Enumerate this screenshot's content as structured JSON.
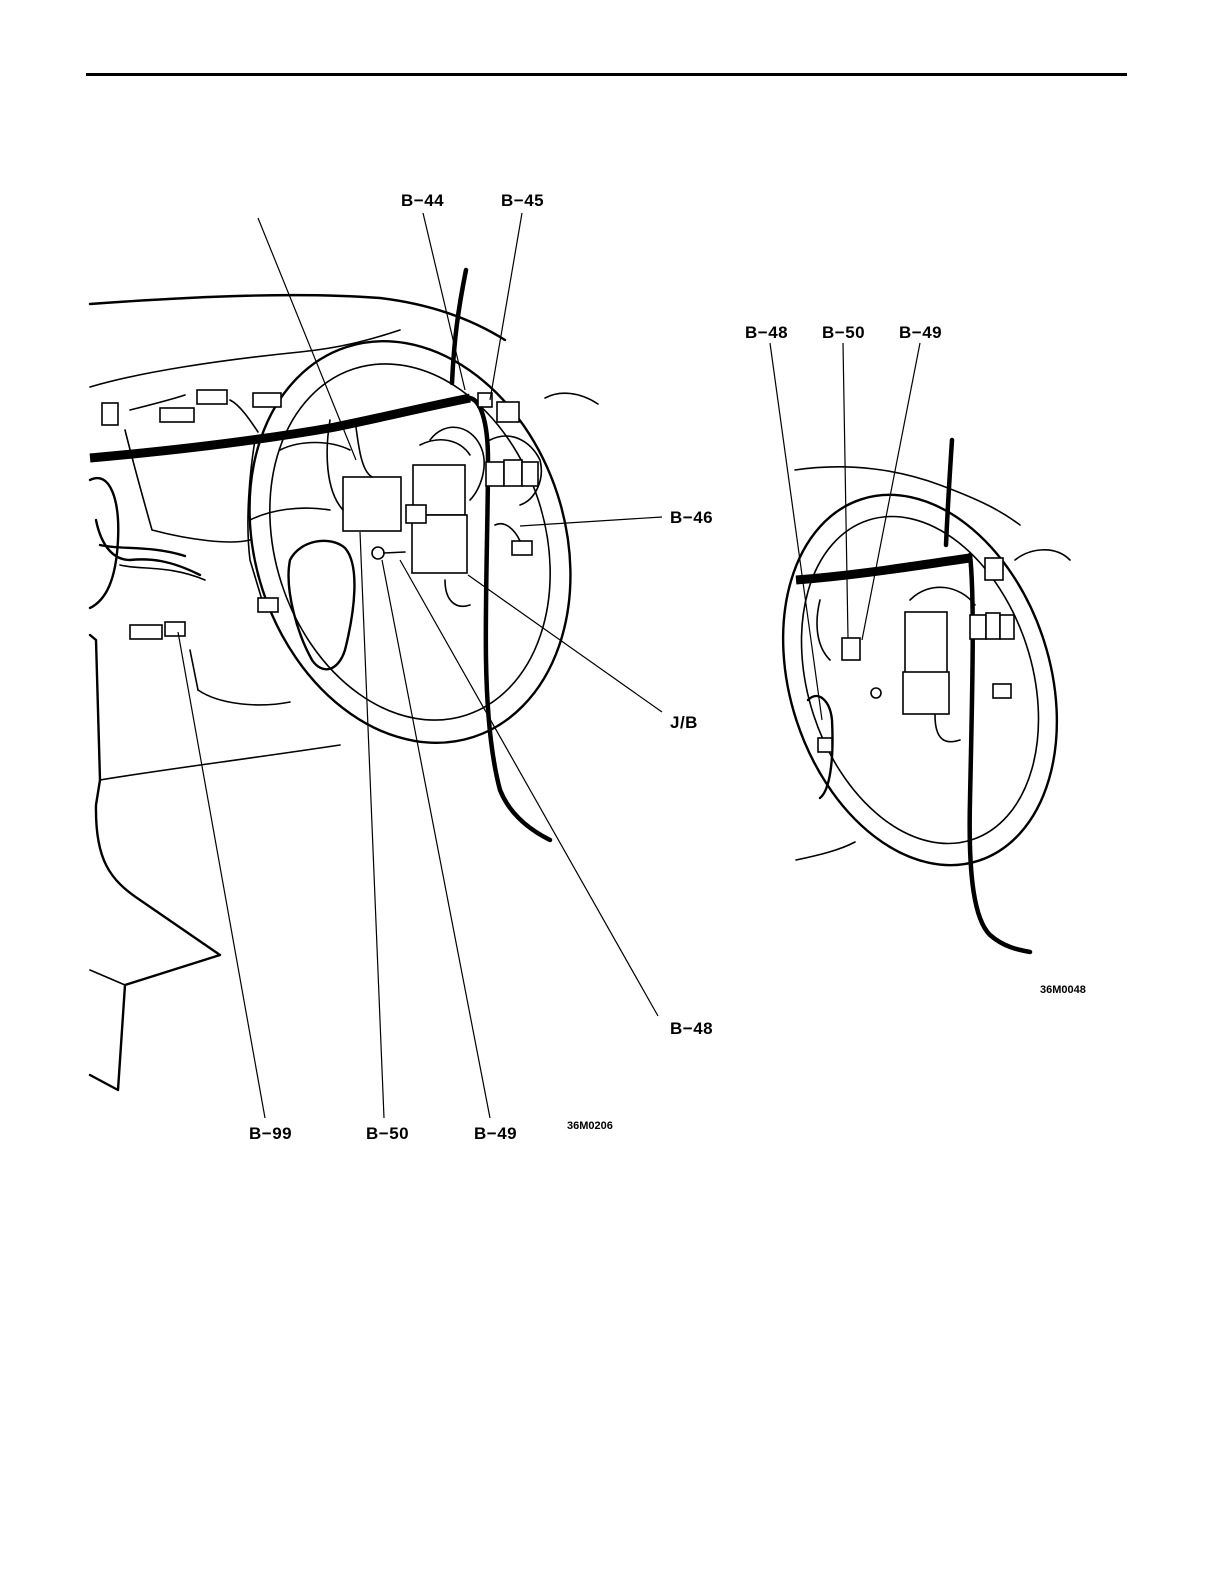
{
  "diagram_main": {
    "labels": {
      "b44": "B−44",
      "b45": "B−45",
      "b46": "B−46",
      "jb": "J/B",
      "b48": "B−48",
      "b99": "B−99",
      "b50": "B−50",
      "b49": "B−49"
    },
    "figure_code": "36M0206"
  },
  "diagram_inset": {
    "labels": {
      "b48": "B−48",
      "b50": "B−50",
      "b49": "B−49"
    },
    "figure_code": "36M0048"
  }
}
